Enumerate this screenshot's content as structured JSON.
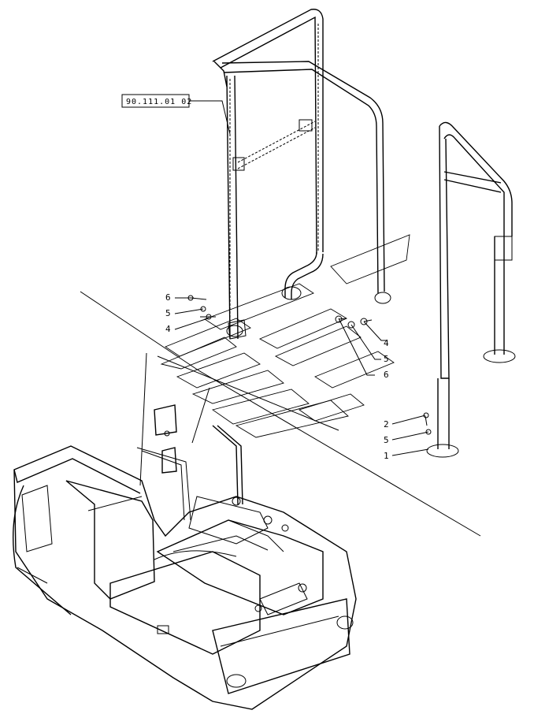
{
  "reference_box": {
    "label": "90.111.01 02"
  },
  "callouts_left": [
    "6",
    "5",
    "4"
  ],
  "callouts_right": [
    "4",
    "5",
    "6"
  ],
  "callouts_bottom": [
    "2",
    "5",
    "1"
  ]
}
